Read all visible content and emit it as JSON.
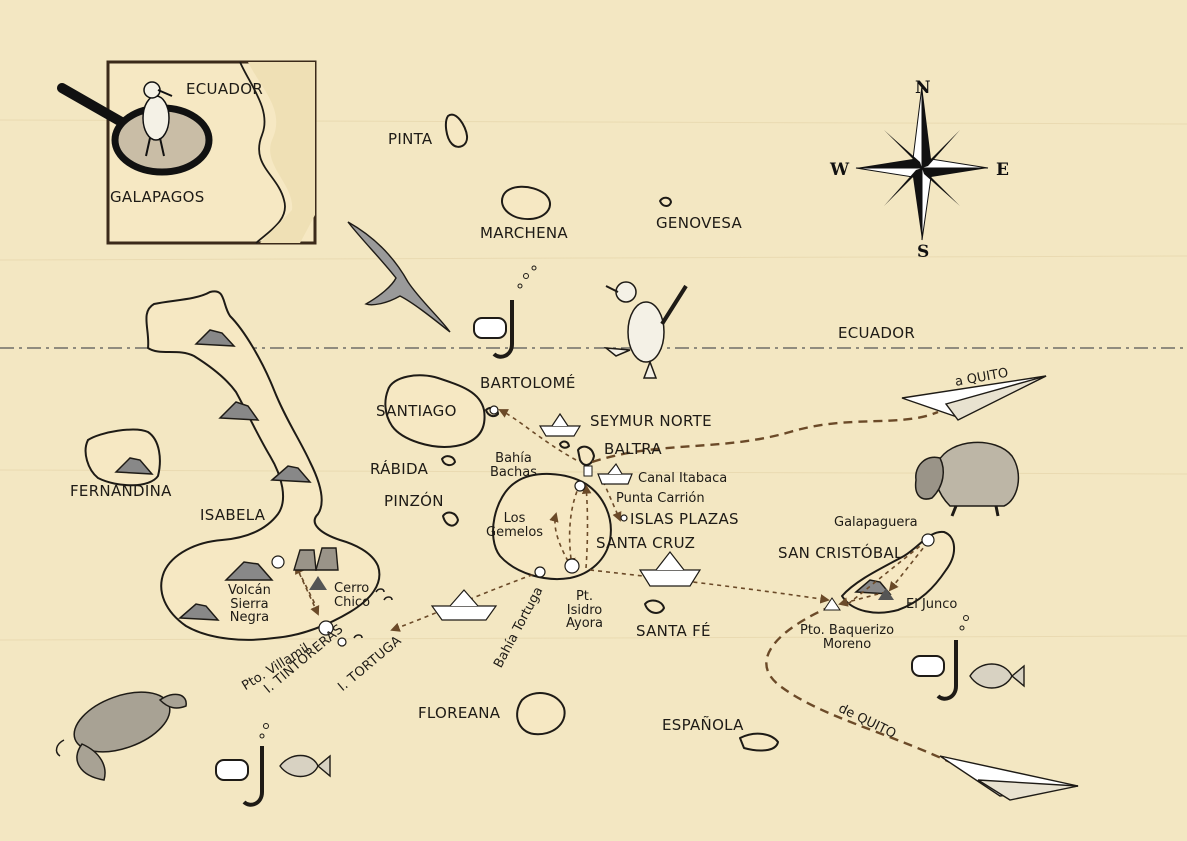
{
  "colors": {
    "paper": "#f3e7c2",
    "land": "#f6e8c3",
    "ink": "#1e1b16",
    "route": "#6b4a28"
  },
  "inset": {
    "country": "ECUADOR",
    "islands": "GALAPAGOS"
  },
  "equator": "ECUADOR",
  "compass": {
    "n": "N",
    "s": "S",
    "e": "E",
    "w": "W"
  },
  "islands": {
    "pinta": "PINTA",
    "marchena": "MARCHENA",
    "genovesa": "GENOVESA",
    "santiago": "SANTIAGO",
    "bartolome": "BARTOLOMÉ",
    "rabida": "RÁBIDA",
    "pinzon": "PINZÓN",
    "fernandina": "FERNANDINA",
    "isabela": "ISABELA",
    "santa_cruz": "SANTA CRUZ",
    "santa_fe": "SANTA FÉ",
    "san_cristobal": "SAN CRISTÓBAL",
    "floreana": "FLOREANA",
    "espanola": "ESPAÑOLA",
    "baltra": "BALTRA",
    "seymur": "SEYMUR NORTE",
    "plazas": "ISLAS PLAZAS",
    "tintoreras": "I. TINTORERAS",
    "tortuga": "I. TORTUGA"
  },
  "places": {
    "bahia_bachas": "Bahía\nBachas",
    "canal_itabaca": "Canal Itabaca",
    "punta_carrion": "Punta Carrión",
    "los_gemelos": "Los\nGemelos",
    "pt_ayora": "Pt.\nIsidro\nAyora",
    "bahia_tortuga": "Bahía Tortuga",
    "volcan": "Volcán\nSierra\nNegra",
    "cerro_chico": "Cerro\nChico",
    "pto_villamil": "Pto. Villamil",
    "galapaguera": "Galapaguera",
    "el_junco": "El Junco",
    "pto_baquerizo": "Pto. Baquerizo\nMoreno"
  },
  "routes": {
    "a_quito": "a QUITO",
    "de_quito": "de QUITO"
  }
}
